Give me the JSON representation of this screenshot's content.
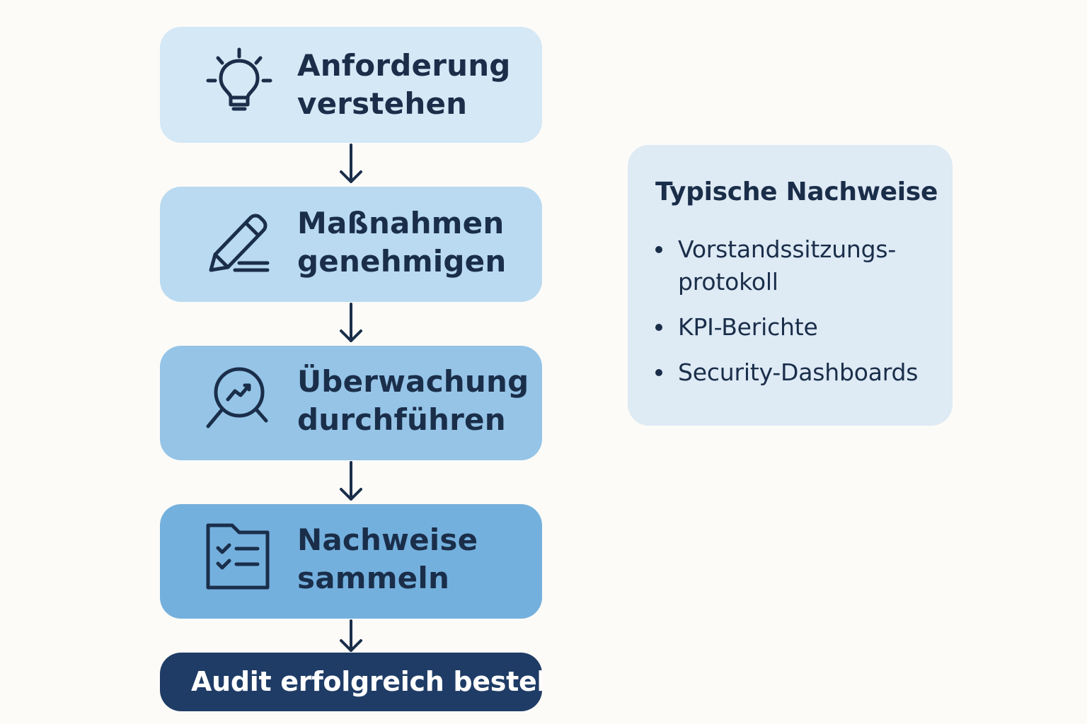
{
  "steps": [
    {
      "line1": "Anforderung",
      "line2": "verstehen",
      "icon": "lightbulb-icon",
      "color": "#d4e8f6"
    },
    {
      "line1": "Maßnahmen",
      "line2": "genehmigen",
      "icon": "pencil-icon",
      "color": "#b9daf0"
    },
    {
      "line1": "Überwachung",
      "line2": "durchführen",
      "icon": "magnifier-chart-icon",
      "color": "#95c4e7"
    },
    {
      "line1": "Nachweise",
      "line2": "sammeln",
      "icon": "checklist-folder-icon",
      "color": "#74b0dd"
    }
  ],
  "final_step": {
    "label": "Audit erfolgreich bestehe",
    "color": "#1f3c66"
  },
  "info_box": {
    "title": "Typische Nachweise",
    "items": [
      {
        "line1": "Vorstandssitzungs-",
        "line2": "protokoll"
      },
      {
        "line1": "KPI-Berichte",
        "line2": ""
      },
      {
        "line1": "Security-Dashboards",
        "line2": ""
      }
    ],
    "color": "#deeaf4"
  },
  "colors": {
    "text": "#1a2e4a",
    "background": "#fcfbf8",
    "arrow": "#1a2e4a"
  }
}
